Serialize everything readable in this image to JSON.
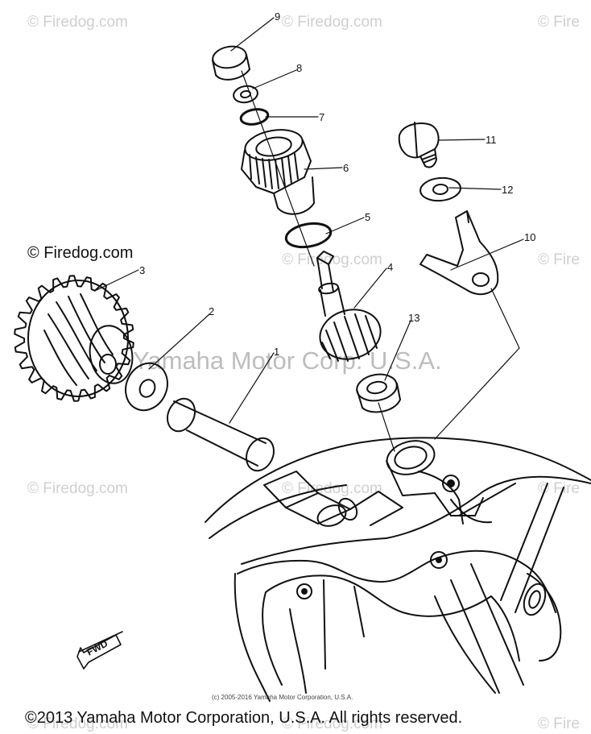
{
  "watermark": {
    "text": "© Firedog.com",
    "short": "© Fire",
    "main": "Yamaha Motor Corp. U.S.A.",
    "sharp": "© Firedog.com"
  },
  "callouts": {
    "n1": "1",
    "n2": "2",
    "n3": "3",
    "n4": "4",
    "n5": "5",
    "n6": "6",
    "n7": "7",
    "n8": "8",
    "n9": "9",
    "n10": "10",
    "n11": "11",
    "n12": "12",
    "n13": "13"
  },
  "fwd_label": "FWD",
  "small_copyright": "(c) 2005-2016 Yamaha Motor Corporation, U.S.A.",
  "footer_copyright": "©2013 Yamaha Motor Corporation, U.S.A. All rights reserved."
}
